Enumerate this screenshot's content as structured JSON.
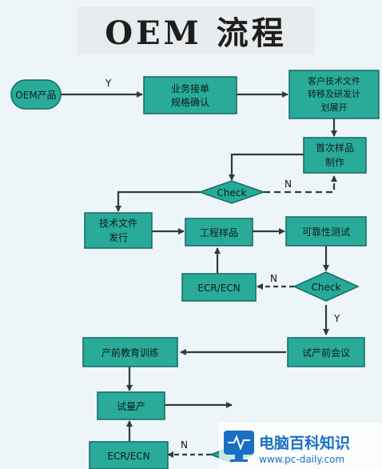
{
  "title": "OEM 流程",
  "nodes": {
    "oem_product": "OEM产品",
    "business_spec": [
      "业务接单",
      "规格确认"
    ],
    "customer_docs": [
      "客户技术文件",
      "转移及研发计",
      "划展开"
    ],
    "first_sample": [
      "首次样品",
      "制作"
    ],
    "check1": "Check",
    "tech_docs": [
      "技术文件",
      "发行"
    ],
    "eng_sample": "工程样品",
    "reliability_test": "可靠性测试",
    "ecr_ecn_1": "ECR/ECN",
    "check2": "Check",
    "pre_production_meeting": "试产前会议",
    "pre_production_training": "产前教育训练",
    "trial_production": "试量产",
    "ecr_ecn_2": "ECR/ECN"
  },
  "edge_labels": {
    "y1": "Y",
    "n1": "N",
    "n2": "N",
    "y2": "Y",
    "n3": "N"
  },
  "watermark": {
    "brand": "电脑百科知识",
    "url": "www.pc-daily.com"
  },
  "colors": {
    "node_fill": "#2aab9a",
    "node_stroke": "#0f6b63",
    "diamond_fill": "#27a999",
    "arrow": "#2f3b3b",
    "background": "#eef5f8",
    "watermark_blue": "#1a6fc4"
  }
}
